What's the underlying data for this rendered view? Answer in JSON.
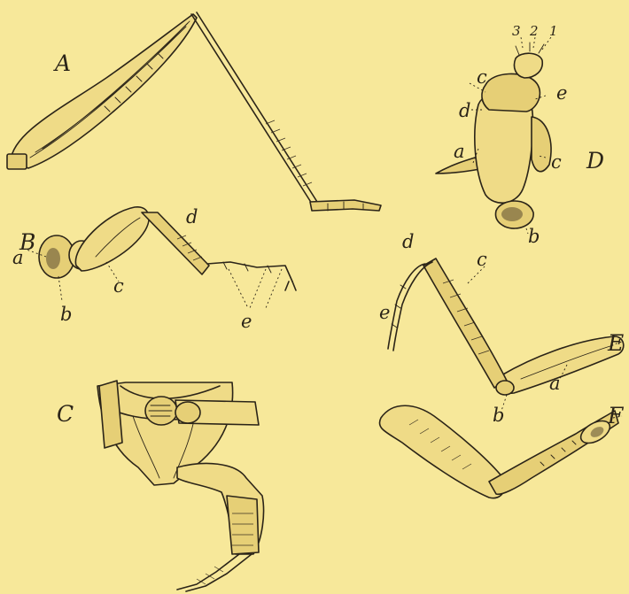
{
  "figures": {
    "A": {
      "label": "A"
    },
    "B": {
      "label": "B",
      "parts": {
        "a": "a",
        "b": "b",
        "c": "c",
        "d": "d",
        "e": "e"
      }
    },
    "C": {
      "label": "C"
    },
    "D": {
      "label": "D",
      "parts": {
        "a": "a",
        "b": "b",
        "c1": "c",
        "c2": "c",
        "d": "d",
        "e": "e",
        "n1": "1",
        "n2": "2",
        "n3": "3"
      }
    },
    "E": {
      "label": "E",
      "parts": {
        "a": "a",
        "b": "b",
        "c": "c",
        "d": "d",
        "e": "e"
      }
    },
    "F": {
      "label": "F"
    }
  },
  "colors": {
    "paper": "#f7e89a",
    "ink": "#2b2418"
  }
}
